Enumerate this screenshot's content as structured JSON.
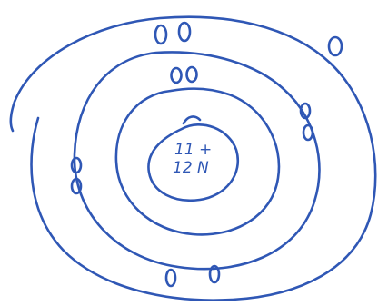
{
  "nucleus": {
    "protons": "11 +",
    "neutrons": "12 N"
  },
  "shells": [
    {
      "name": "shell-1",
      "electrons": 2
    },
    {
      "name": "shell-2",
      "electrons": 8
    },
    {
      "name": "shell-3",
      "electrons": 1
    }
  ],
  "colors": {
    "ink": "#2f57b5",
    "paper": "#ffffff"
  }
}
